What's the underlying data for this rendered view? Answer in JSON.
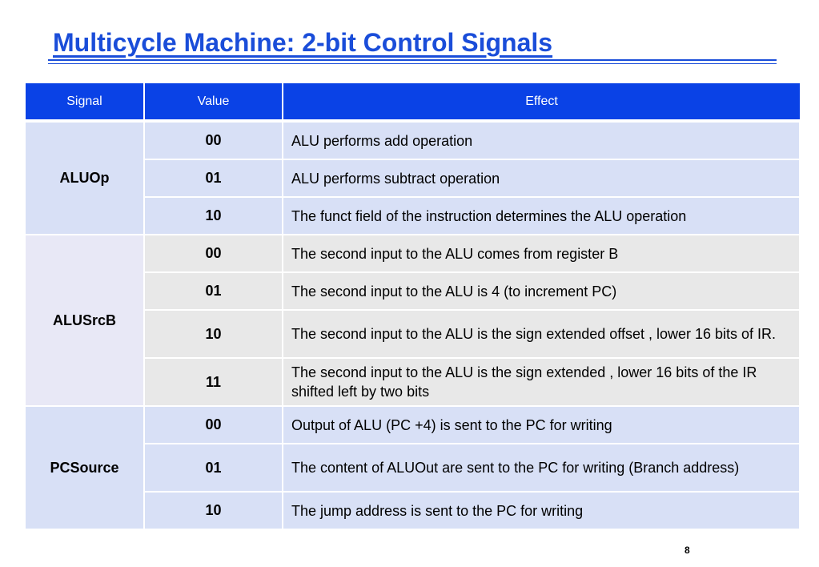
{
  "title": "Multicycle Machine: 2-bit Control Signals",
  "page_number": "8",
  "table": {
    "headers": [
      "Signal",
      "Value",
      "Effect"
    ],
    "groups": [
      {
        "signal": "ALUOp",
        "rows": [
          {
            "value": "00",
            "effect": "ALU performs add operation"
          },
          {
            "value": "01",
            "effect": "ALU performs subtract operation"
          },
          {
            "value": "10",
            "effect": "The funct field of the instruction determines the ALU operation"
          }
        ]
      },
      {
        "signal": "ALUSrcB",
        "rows": [
          {
            "value": "00",
            "effect": "The second input to the ALU comes from register B"
          },
          {
            "value": "01",
            "effect": "The second input to the ALU is 4  (to increment PC)"
          },
          {
            "value": "10",
            "effect": "The second input to the ALU is the sign extended offset , lower 16 bits of IR."
          },
          {
            "value": "11",
            "effect": "The second input to the ALU is the sign extended , lower 16 bits of the IR shifted left by two bits"
          }
        ]
      },
      {
        "signal": "PCSource",
        "rows": [
          {
            "value": "00",
            "effect": "Output of ALU (PC +4) is sent to the PC for writing"
          },
          {
            "value": "01",
            "effect": "The content of ALUOut are sent to the PC for writing (Branch address)"
          },
          {
            "value": "10",
            "effect": "The jump address is sent to the PC for writing"
          }
        ]
      }
    ]
  }
}
